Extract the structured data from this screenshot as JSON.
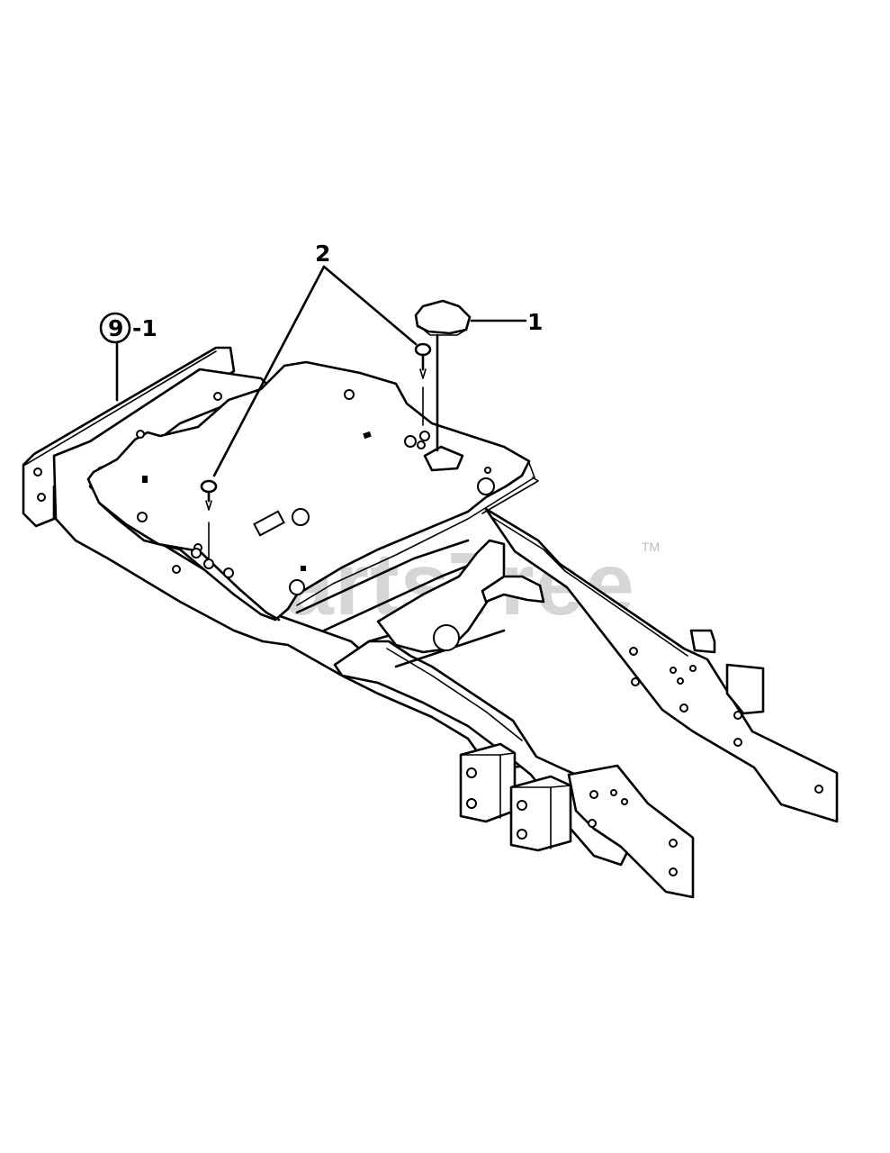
{
  "callouts": {
    "part_1": "1",
    "part_2": "2",
    "ref_circle": "9",
    "ref_suffix": "-1"
  },
  "watermark": {
    "text": "PartsTree",
    "trademark": "TM"
  }
}
